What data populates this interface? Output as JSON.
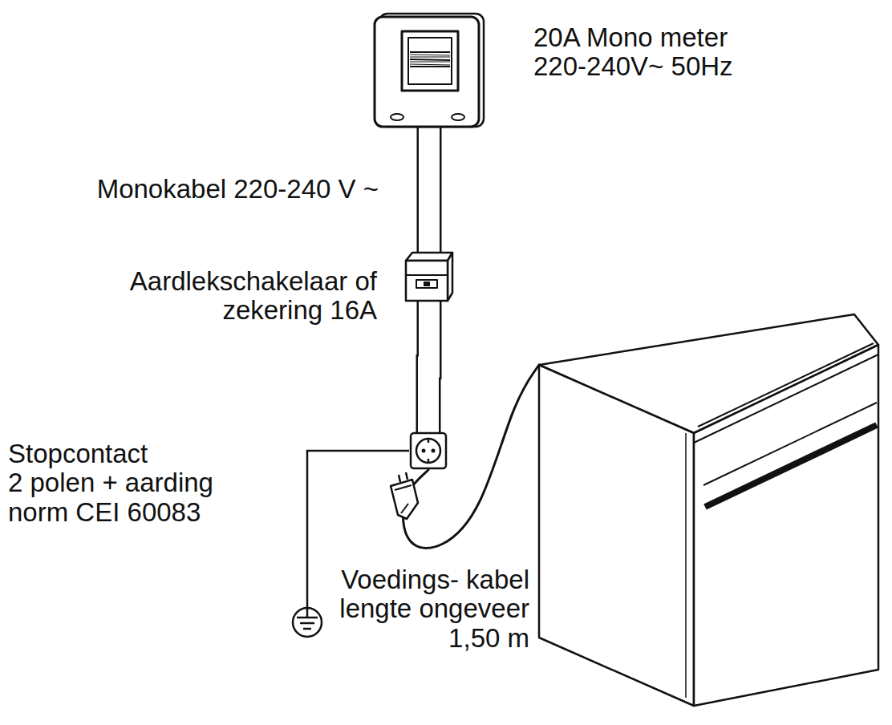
{
  "diagram": {
    "nodes": [
      {
        "text": [
          "20A Mono meter 220-240V~ 50Hz"
        ]
      },
      {
        "text": [
          "Aardlekschakelaar of zekering 16A"
        ]
      },
      {
        "text": [
          "Stopcontact",
          "2 polen + aarding norm CEI 60083"
        ]
      },
      {
        "text": [
          "Voedings- kabel lengte ongeveer 1,50 m"
        ]
      }
    ],
    "edges": [
      {
        "from": 0,
        "to": 1,
        "label": "Monokabel 220-240 V ~",
        "arrow": "none"
      },
      {
        "from": 1,
        "to": 2,
        "arrow": "none"
      },
      {
        "from": 2,
        "to": 3,
        "arrow": "none"
      }
    ]
  }
}
